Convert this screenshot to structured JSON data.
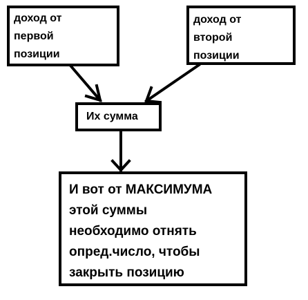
{
  "diagram": {
    "nodes": {
      "first_position_income": {
        "text": "доход от\nпервой\nпозиции"
      },
      "second_position_income": {
        "text": "доход от\nвторой\nпозиции"
      },
      "sum": {
        "text": "Их сумма"
      },
      "result": {
        "text": "И вот от МАКСИМУМА\nэтой суммы\nнеобходимо отнять\nопред.число, чтобы\nзакрыть позицию"
      }
    },
    "edges": [
      {
        "from": "first_position_income",
        "to": "sum"
      },
      {
        "from": "second_position_income",
        "to": "sum"
      },
      {
        "from": "sum",
        "to": "result"
      }
    ],
    "colors": {
      "stroke": "#000000",
      "background": "#ffffff"
    }
  }
}
